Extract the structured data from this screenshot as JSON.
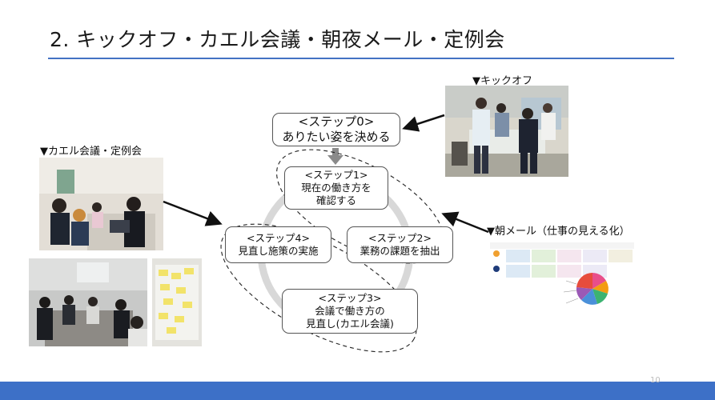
{
  "slide": {
    "title": "2. キックオフ・カエル会議・朝夜メール・定例会",
    "page_number": "10",
    "accent_color": "#4472c4",
    "footer_color": "#3d70c7"
  },
  "captions": {
    "kickoff": "▼キックオフ",
    "kaeru": "▼カエル会議・定例会",
    "morning_mail": "▼朝メール（仕事の見える化）"
  },
  "steps": {
    "step0": {
      "line1": "<ステップ0>",
      "line2": "ありたい姿を決める"
    },
    "step1": {
      "line1": "<ステップ1>",
      "line2": "現在の働き方を",
      "line3": "確認する"
    },
    "step2": {
      "line1": "<ステップ2>",
      "line2": "業務の課題を抽出"
    },
    "step3": {
      "line1": "<ステップ3>",
      "line2": "会議で働き方の",
      "line3": "見直し(カエル会議)"
    },
    "step4": {
      "line1": "<ステップ4>",
      "line2": "見直し施策の実施"
    }
  }
}
